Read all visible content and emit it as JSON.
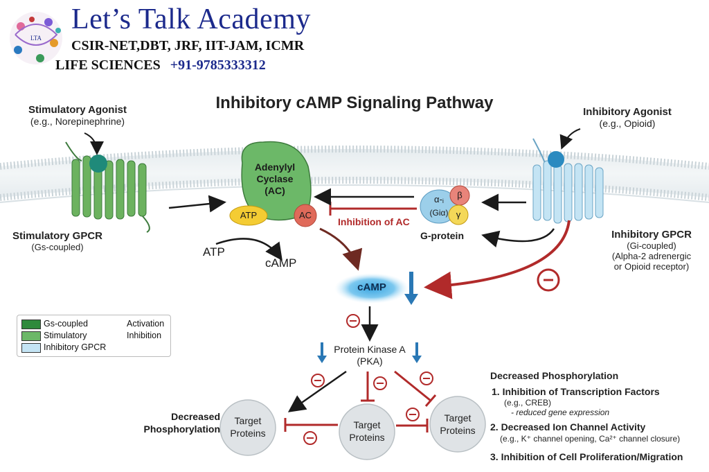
{
  "header": {
    "logo_text": "LTA",
    "brand_name": "Let’s Talk Academy",
    "exams": "CSIR-NET,DBT, JRF, IIT-JAM, ICMR",
    "subject": "LIFE SCIENCES",
    "phone": "+91-9785333312"
  },
  "title": "Inhibitory cAMP Signaling Pathway",
  "stimulatory": {
    "agonist": "Stimulatory Agonist",
    "agonist_example": "(e.g., Norepinephrine)",
    "receptor": "Stimulatory GPCR",
    "receptor_note": "(Gs-coupled)"
  },
  "inhibitory": {
    "agonist": "Inhibitory Agonist",
    "agonist_example": "(e.g., Opioid)",
    "receptor": "Inhibitory GPCR",
    "receptor_note1": "(Gi-coupled)",
    "receptor_note2": "(Alpha-2 adrenergic",
    "receptor_note3": "or Opioid receptor)"
  },
  "adenylyl_cyclase": {
    "line1": "Adenylyl",
    "line2": "Cyclase",
    "line3": "(AC)",
    "atp_badge": "ATP",
    "ac_badge": "AC"
  },
  "reaction": {
    "substrate": "ATP",
    "product": "cAMP"
  },
  "g_protein": {
    "alpha": "α-ᵢ",
    "alpha_sub": "(Giα)",
    "beta": "β",
    "gamma": "γ",
    "label": "G-protein"
  },
  "inhibition_of_ac": "Inhibition of AC",
  "camp": "cAMP",
  "pka": {
    "line1": "Protein Kinase A",
    "line2": "(PKA)"
  },
  "targets": [
    {
      "line1": "Target",
      "line2": "Proteins"
    },
    {
      "line1": "Target",
      "line2": "Proteins"
    },
    {
      "line1": "Target",
      "line2": "Proteins"
    }
  ],
  "decreased_phos_left": {
    "line1": "Decreased",
    "line2": "Phosphorylation"
  },
  "minus_sign": "−",
  "legend": {
    "gs": "Gs-coupled",
    "stim": "Stimulatory",
    "inhib_gpcr": "Inhibitory GPCR",
    "activation": "Activation",
    "inhibition": "Inhibition"
  },
  "right_panel": {
    "heading": "Decreased Phosphorylation",
    "item1": "1. Inhibition of Transcription Factors",
    "item1_ex": "(e.g., CREB)",
    "item1_note": "- reduced gene expression",
    "item2": "2. Decreased Ion Channel Activity",
    "item2_ex": "(e.g., K⁺ channel opening, Ca²⁺ channel closure)",
    "item3": "3. Inhibition of Cell Proliferation/Migration"
  },
  "colors": {
    "brand_blue": "#1c2a8c",
    "stim_green": "#5aa64f",
    "gs_green": "#2f8a3c",
    "inhib_blue": "#b9dff0",
    "inhibition_red": "#b12a2a",
    "camp_blue": "#6fc0ea",
    "arrow_blue": "#2a78b5"
  }
}
